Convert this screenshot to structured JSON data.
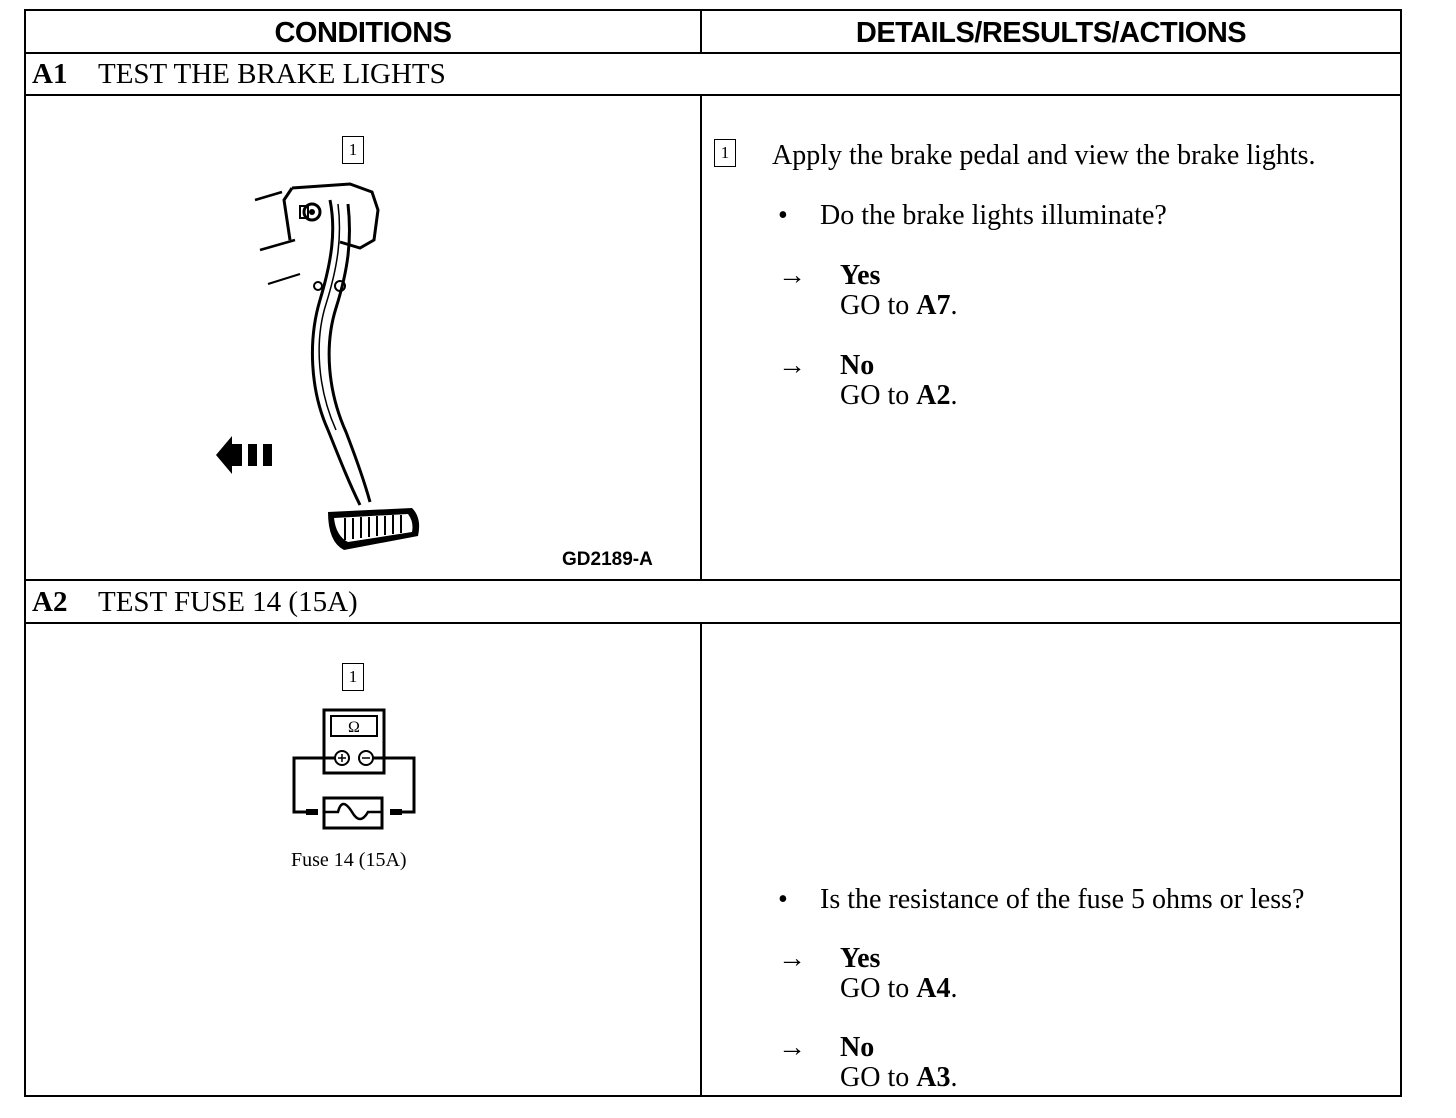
{
  "header": {
    "col_conditions": "CONDITIONS",
    "col_details": "DETAILS/RESULTS/ACTIONS"
  },
  "steps": [
    {
      "id": "A1",
      "title": "TEST THE BRAKE LIGHTS",
      "figure": {
        "step_marker": "1",
        "figure_code": "GD2189-A"
      },
      "instruction": {
        "marker": "1",
        "text": "Apply the brake pedal and view the brake lights."
      },
      "question": "Do the brake lights illuminate?",
      "yes": {
        "label": "Yes",
        "action_prefix": "GO to ",
        "target": "A7",
        "suffix": "."
      },
      "no": {
        "label": "No",
        "action_prefix": "GO to ",
        "target": "A2",
        "suffix": "."
      }
    },
    {
      "id": "A2",
      "title": "TEST FUSE 14 (15A)",
      "figure": {
        "step_marker": "1",
        "meter_symbol": "Ω",
        "caption": "Fuse 14 (15A)"
      },
      "question": "Is the resistance of the fuse 5 ohms or less?",
      "yes": {
        "label": "Yes",
        "action_prefix": "GO to ",
        "target": "A4",
        "suffix": "."
      },
      "no": {
        "label": "No",
        "action_prefix": "GO to ",
        "target": "A3",
        "suffix": "."
      }
    }
  ],
  "glyphs": {
    "bullet": "•",
    "arrow": "→"
  }
}
